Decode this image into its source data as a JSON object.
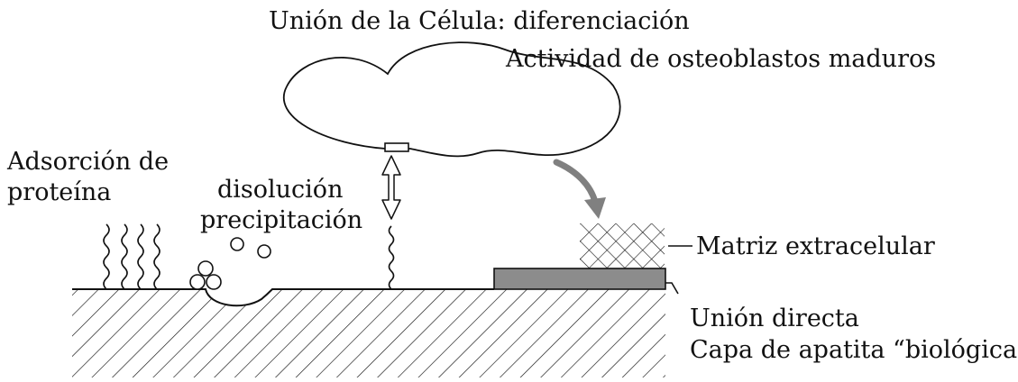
{
  "labels": {
    "cell_title": "Unión de la Célula: diferenciación",
    "cell_subtitle": "Actividad de osteoblastos maduros",
    "protein_line1": "Adsorción de",
    "protein_line2": "proteína",
    "dissolution": "disolución",
    "precipitation": "precipitación",
    "matrix": "Matriz extracelular",
    "direct_bond": "Unión directa",
    "apatite_layer": "Capa de apatita “biológica”"
  },
  "colors": {
    "line": "#111111",
    "arrow": "#808080",
    "apatite_fill": "#8c8c8c"
  }
}
